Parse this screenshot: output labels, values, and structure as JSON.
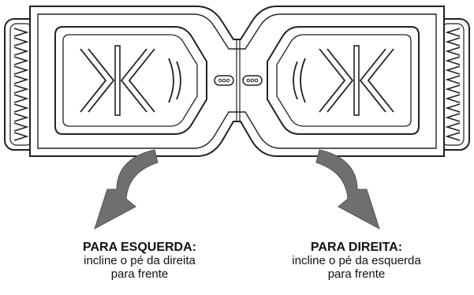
{
  "captions": {
    "left": {
      "title": "PARA ESQUERDA:",
      "line1": "incline o pé da direita",
      "line2": "para frente"
    },
    "right": {
      "title": "PARA DIREITA:",
      "line1": "incline o pé da esquerda",
      "line2": "para frente"
    }
  },
  "colors": {
    "line": "#222222",
    "arrow": "#6f6f6f",
    "background": "#ffffff"
  }
}
